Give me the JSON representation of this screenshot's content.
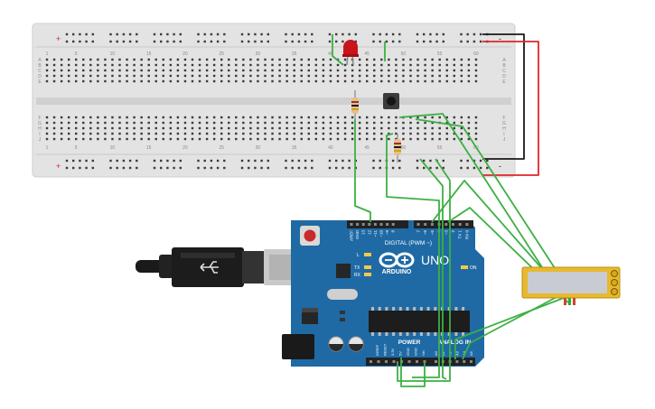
{
  "breadboard": {
    "column_numbers": [
      "1",
      "5",
      "10",
      "15",
      "20",
      "25",
      "30",
      "35",
      "40",
      "45",
      "50",
      "55",
      "60"
    ],
    "row_letters_top": [
      "A",
      "B",
      "C",
      "D",
      "E"
    ],
    "row_letters_bottom": [
      "F",
      "G",
      "H",
      "I",
      "J"
    ],
    "rail_plus": "+",
    "rail_minus": "-"
  },
  "arduino": {
    "brand": "ARDUINO",
    "model": "UNO",
    "digital_label": "DIGITAL (PWM ~)",
    "power_label": "POWER",
    "analog_label": "ANALOG IN",
    "on_label": "ON",
    "led_labels": [
      "L",
      "TX",
      "RX"
    ],
    "digital_pins": [
      "AREF",
      "GND",
      "13",
      "12",
      "~11",
      "~10",
      "~9",
      "8",
      "7",
      "~6",
      "~5",
      "4",
      "~3",
      "2",
      "TX 1",
      "RX 0"
    ],
    "power_pins": [
      "IOREF",
      "RESET",
      "3.3V",
      "5V",
      "GND",
      "GND",
      "Vin"
    ],
    "analog_pins": [
      "A0",
      "A1",
      "A2",
      "A3",
      "A4",
      "A5"
    ]
  },
  "colors": {
    "wire_green": "#3cb043",
    "wire_red": "#e0262a",
    "wire_black": "#1a1a1a",
    "board_blue": "#1f6aa5",
    "lcd_frame": "#e8b82e",
    "lcd_screen": "#c8ccd2",
    "led_red": "#c8141a"
  },
  "icons": [
    "usb-cable-icon",
    "led-icon",
    "resistor-icon",
    "pushbutton-icon",
    "lcd-icon",
    "arduino-logo-icon"
  ]
}
